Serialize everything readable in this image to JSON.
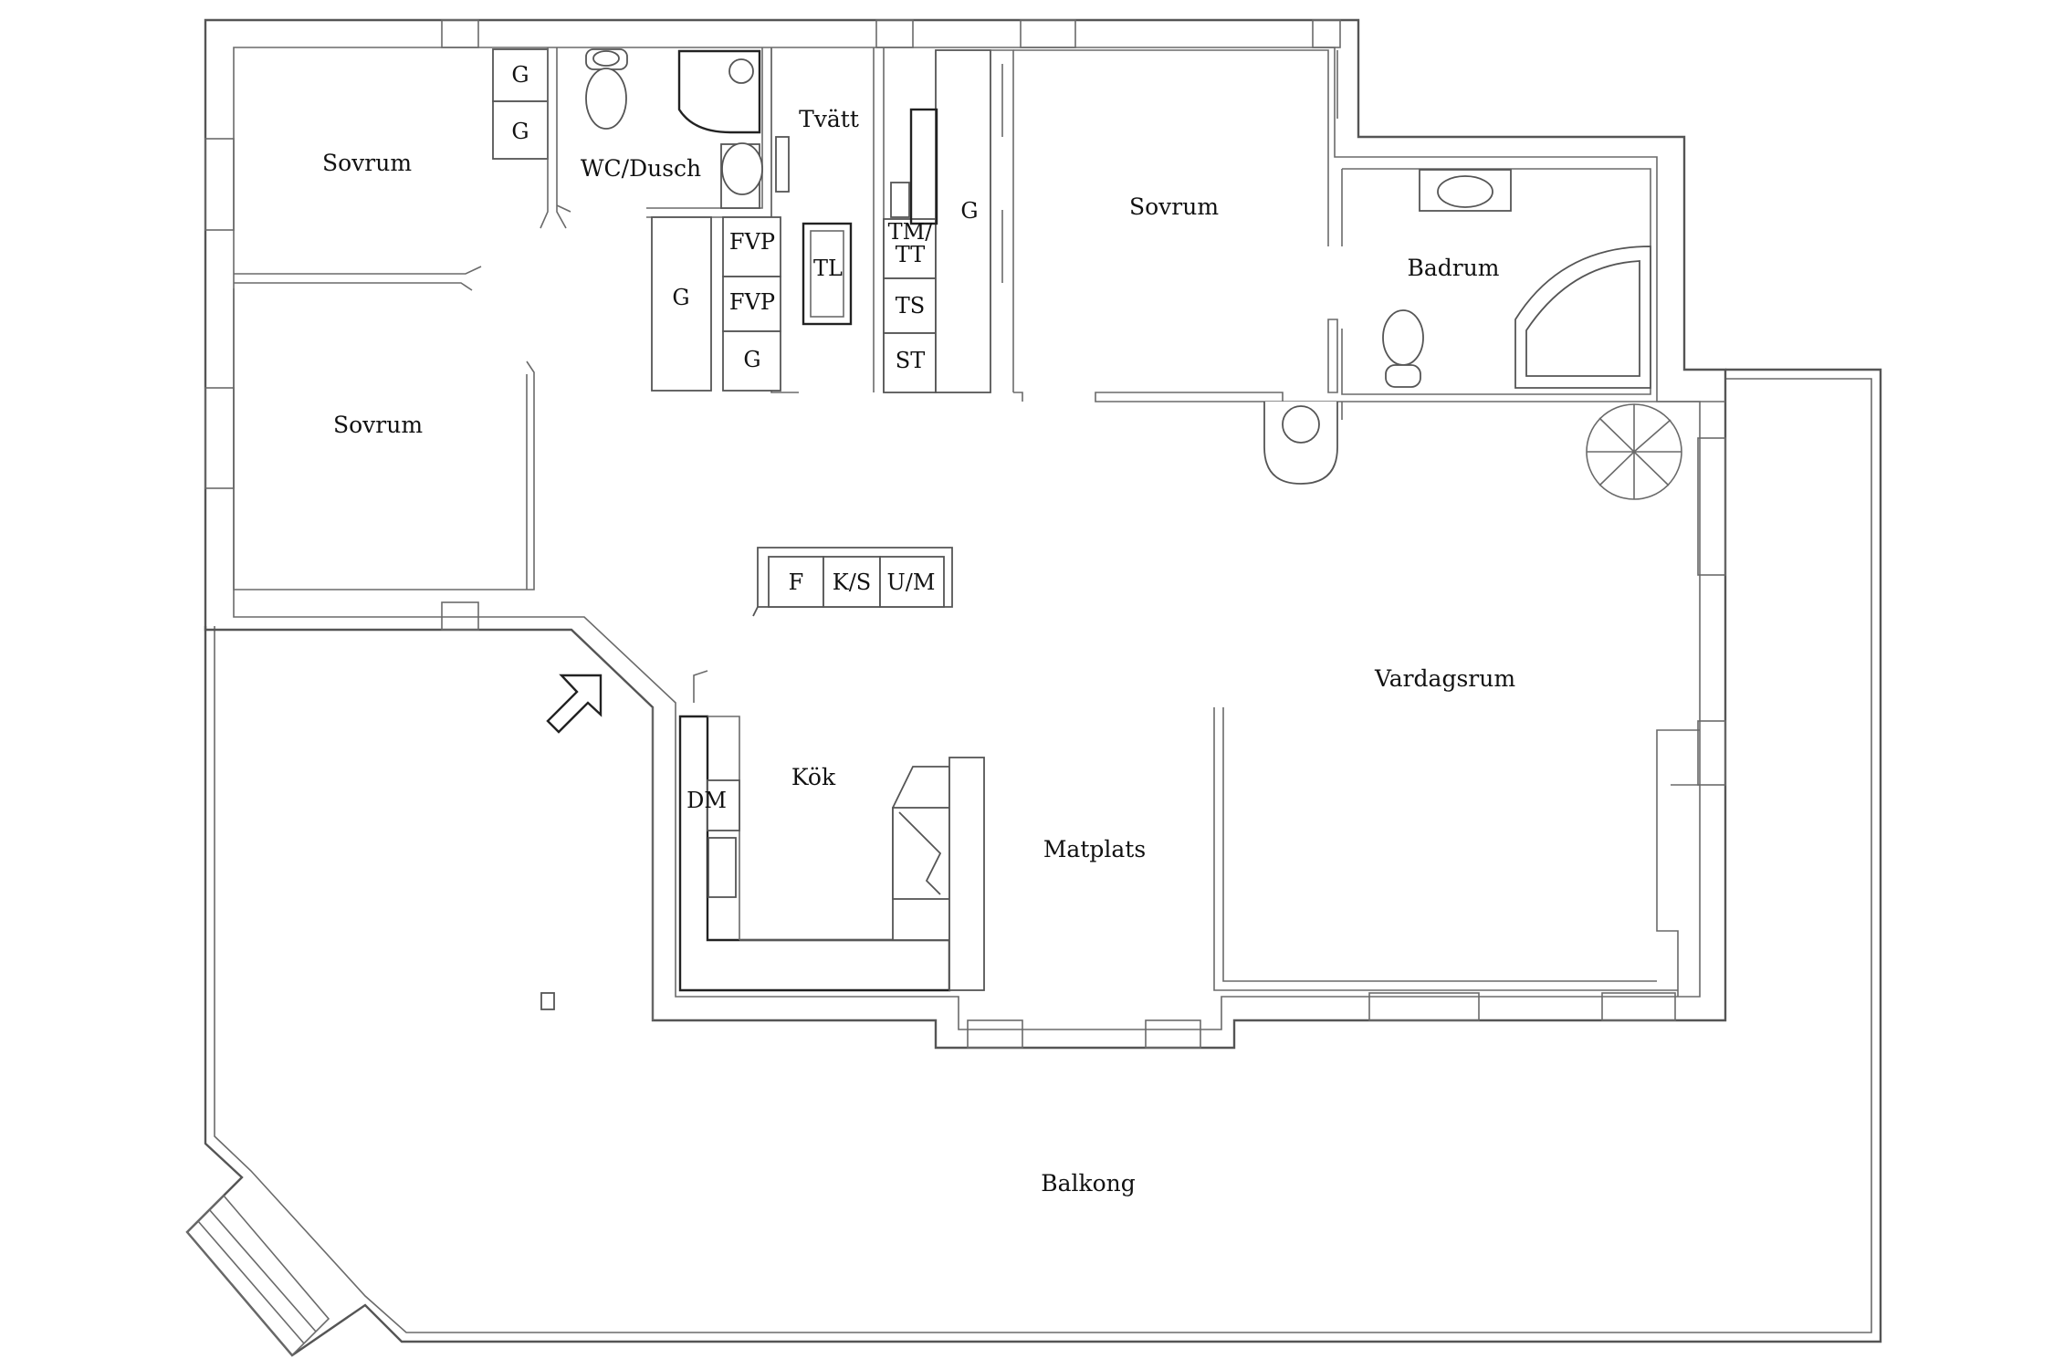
{
  "rooms": {
    "bedroom_top_left": "Sovrum",
    "bedroom_middle_left": "Sovrum",
    "bedroom_right": "Sovrum",
    "wc": "WC/Dusch",
    "laundry": "Tvätt",
    "bathroom": "Badrum",
    "living_room": "Vardagsrum",
    "kitchen": "Kök",
    "dining": "Matplats",
    "balcony": "Balkong"
  },
  "fixtures": {
    "wardrobe_1": "G",
    "wardrobe_2": "G",
    "wardrobe_3": "G",
    "wardrobe_4": "G",
    "wardrobe_5": "G",
    "freezer_1": "FVP",
    "freezer_2": "FVP",
    "tumble_1": "TL",
    "washer_dryer": "TM/ TT",
    "drying_cabinet": "TS",
    "storage": "ST",
    "fridge": "F",
    "fridge_freezer": "K/S",
    "oven_micro": "U/M",
    "dishwasher": "DM"
  }
}
